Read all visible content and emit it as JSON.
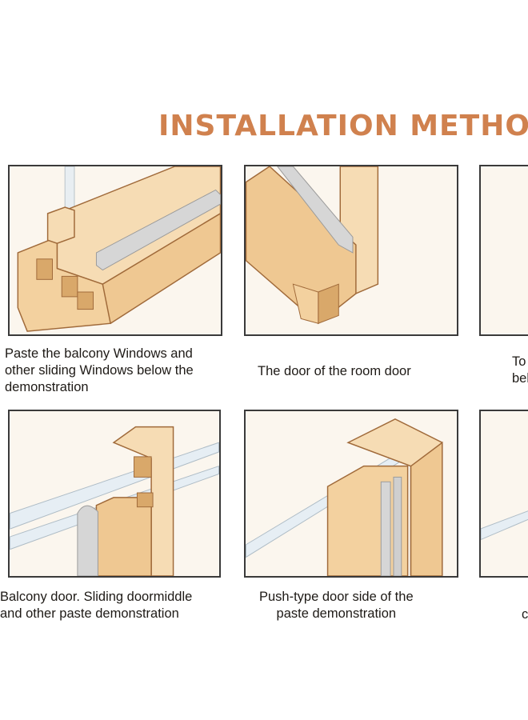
{
  "heading": {
    "title": "INSTALLATION METHO"
  },
  "panels": [
    {
      "caption": [
        "Paste the balcony Windows and",
        "other sliding Windows below the",
        "demonstration"
      ]
    },
    {
      "caption": [
        "The door of the room door"
      ]
    },
    {
      "caption": [
        "To",
        "belo"
      ]
    },
    {
      "caption": [
        "Balcony door. Sliding doormiddle",
        "and other paste demonstration"
      ]
    },
    {
      "caption": [
        "Push-type door side of the",
        "paste demonstration"
      ]
    },
    {
      "caption": [
        "c"
      ]
    }
  ],
  "colors": {
    "title": "#d0814e",
    "wood_light": "#f6dcb4",
    "wood_mid": "#efc892",
    "wood_dark": "#d9a86a",
    "outline": "#a06a3a",
    "seal": "#d6d6d6",
    "panel_border": "#3a3a3a"
  }
}
